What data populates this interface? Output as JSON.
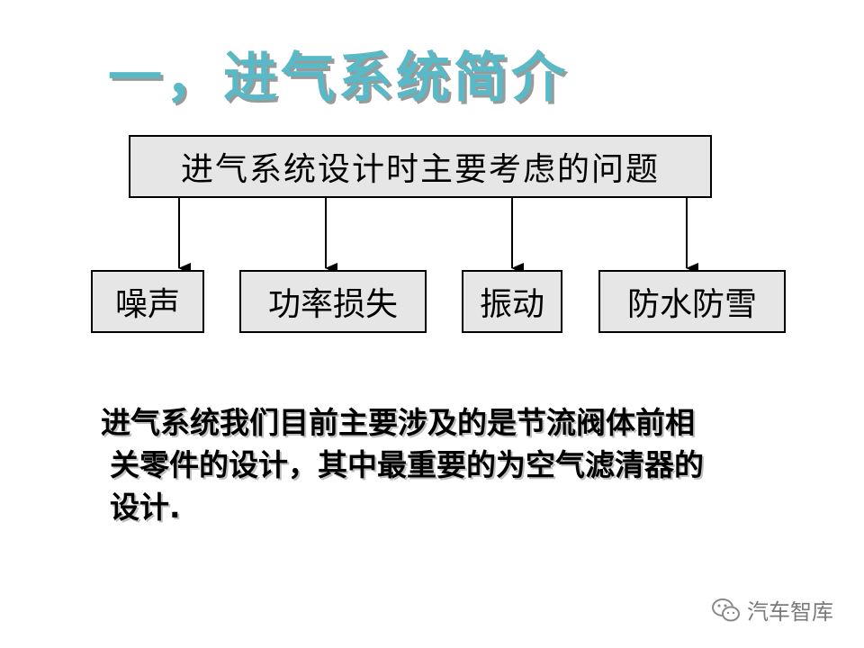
{
  "slide": {
    "title": "一，进气系统简介"
  },
  "diagram": {
    "root": "进气系统设计时主要考虑的问题",
    "children": [
      "噪声",
      "功率损失",
      "振动",
      "防水防雪"
    ]
  },
  "summary": {
    "lines": [
      "进气系统我们目前主要涉及的是节流阀体前相",
      "关零件的设计，其中最重要的为空气滤清器的",
      "设计."
    ]
  },
  "watermark": {
    "icon": "wechat-icon",
    "text": "汽车智库"
  },
  "colors": {
    "title": "#5ab9c6",
    "box_fill": "#e6e6e6",
    "border": "#000000",
    "watermark": "#7a7a7a"
  }
}
